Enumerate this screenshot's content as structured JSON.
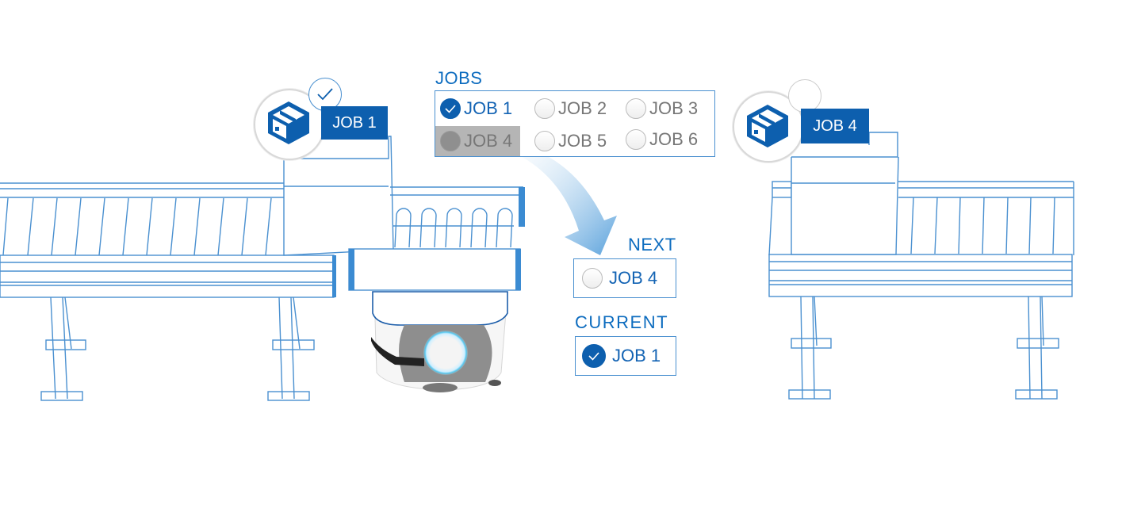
{
  "jobs_panel": {
    "title": "JOBS",
    "options": [
      {
        "label": "JOB 1",
        "state": "checked"
      },
      {
        "label": "JOB 2",
        "state": "unchecked"
      },
      {
        "label": "JOB 3",
        "state": "unchecked"
      },
      {
        "label": "JOB 4",
        "state": "highlighted"
      },
      {
        "label": "JOB 5",
        "state": "unchecked"
      },
      {
        "label": "JOB 6",
        "state": "unchecked"
      }
    ]
  },
  "next": {
    "title": "NEXT",
    "job": "JOB 4",
    "state": "unchecked"
  },
  "current": {
    "title": "CURRENT",
    "job": "JOB 1",
    "state": "checked"
  },
  "stations": [
    {
      "job": "JOB 1",
      "status": "completed",
      "icon": "package-icon"
    },
    {
      "job": "JOB 4",
      "status": "pending",
      "icon": "package-icon"
    }
  ],
  "colors": {
    "accent": "#0d5fae",
    "line": "#4a90d0",
    "highlight": "#b5b5b5"
  }
}
